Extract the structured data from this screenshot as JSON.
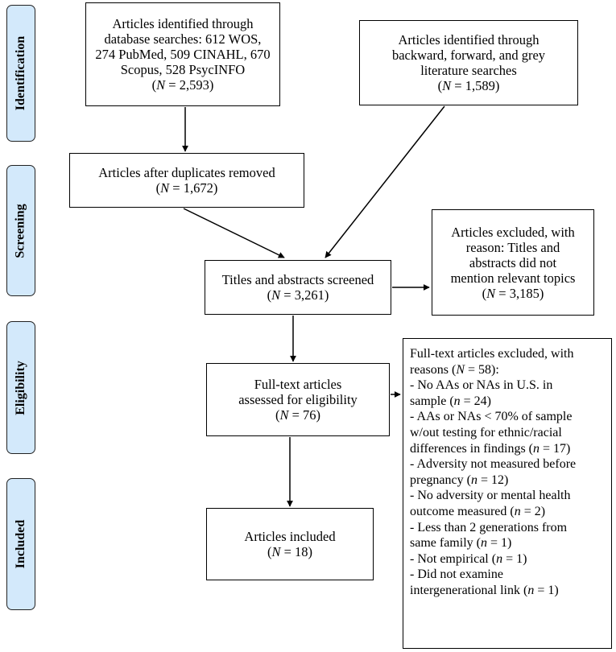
{
  "stages": [
    "Identification",
    "Screening",
    "Eligibility",
    "Included"
  ],
  "boxes": {
    "database": {
      "lines": [
        "Articles identified through",
        "database searches: 612 WOS,",
        "274 PubMed, 509 CINAHL, 670",
        "Scopus, 528 PsycINFO"
      ],
      "n_label": "N",
      "n_value": " = 2,593)"
    },
    "backward": {
      "lines": [
        "Articles identified through",
        "backward, forward, and grey",
        "literature searches"
      ],
      "n_label": "N",
      "n_value": " = 1,589)"
    },
    "duplicates": {
      "lines": [
        "Articles after duplicates removed"
      ],
      "n_label": "N",
      "n_value": " = 1,672)"
    },
    "screened": {
      "lines": [
        "Titles and abstracts screened"
      ],
      "n_label": "N",
      "n_value": " = 3,261)"
    },
    "excluded_titles": {
      "lines": [
        "Articles excluded, with",
        "reason: Titles and",
        "abstracts did not",
        "mention relevant topics"
      ],
      "n_label": "N",
      "n_value": " = 3,185)"
    },
    "fulltext": {
      "lines": [
        "Full-text articles",
        "assessed for eligibility"
      ],
      "n_label": "N",
      "n_value": " = 76)"
    },
    "included": {
      "lines": [
        "Articles included"
      ],
      "n_label": "N",
      "n_value": " = 18)"
    },
    "excluded_fulltext": {
      "lines": [
        "Full-text articles excluded, with",
        "reasons (N = 58):",
        "- No AAs or NAs in U.S. in",
        "sample (n = 24)",
        "- AAs or NAs < 70% of sample",
        "w/out testing for ethnic/racial",
        "differences in findings (n = 17)",
        "- Adversity not measured before",
        "pregnancy (n = 12)",
        "- No adversity or mental health",
        "outcome measured (n = 2)",
        "- Less than 2 generations from",
        "same family (n = 1)",
        "- Not empirical (n = 1)",
        "- Did not examine",
        "intergenerational link (n = 1)"
      ]
    }
  }
}
